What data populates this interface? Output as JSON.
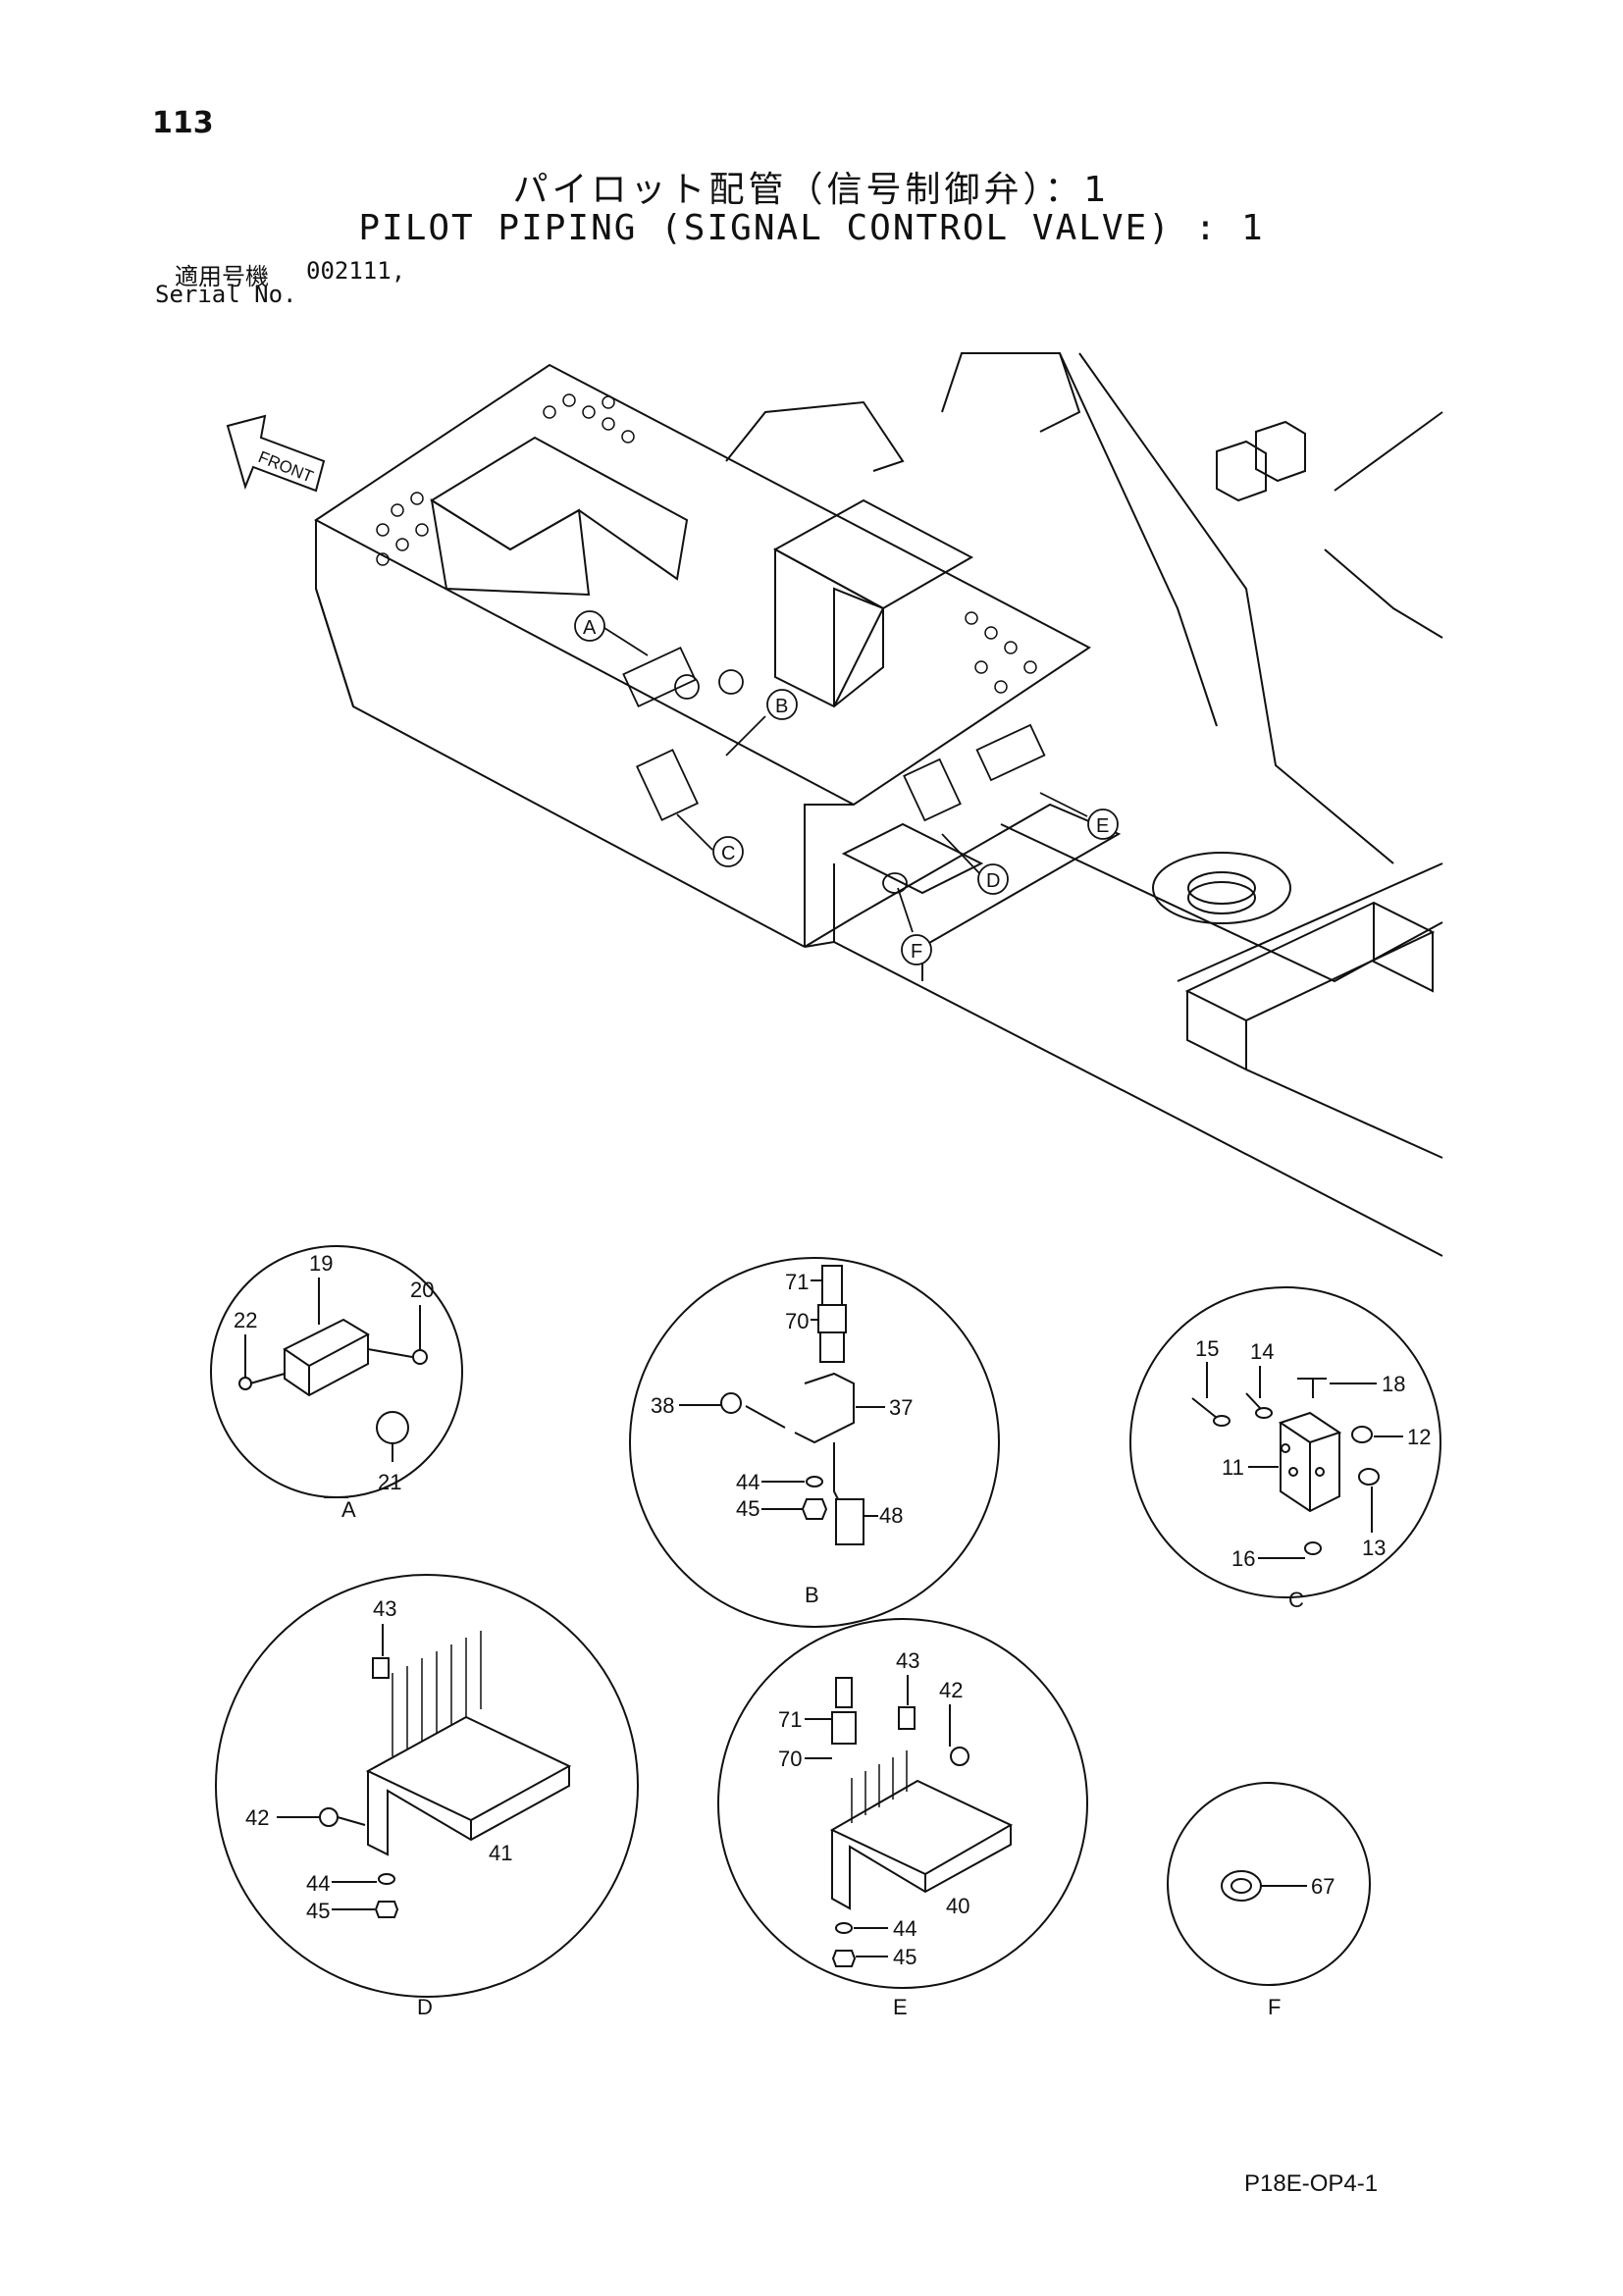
{
  "page": {
    "number": "113",
    "code": "P18E-OP4-1"
  },
  "title": {
    "jp": "パイロット配管（信号制御弁）：1",
    "en": "PILOT PIPING (SIGNAL CONTROL VALVE) : 1"
  },
  "serial": {
    "jp_label": "適用号機",
    "value": "002111,",
    "en_label": "Serial No."
  },
  "front_label": "FRONT",
  "callouts": [
    "A",
    "B",
    "C",
    "D",
    "E",
    "F"
  ],
  "details": {
    "A": {
      "label": "A",
      "parts": [
        "19",
        "20",
        "22",
        "21"
      ]
    },
    "B": {
      "label": "B",
      "parts": [
        "71",
        "70",
        "38",
        "37",
        "44",
        "45",
        "48"
      ]
    },
    "C": {
      "label": "C",
      "parts": [
        "15",
        "14",
        "18",
        "12",
        "11",
        "16",
        "13"
      ]
    },
    "D": {
      "label": "D",
      "parts": [
        "43",
        "42",
        "41",
        "44",
        "45"
      ]
    },
    "E": {
      "label": "E",
      "parts": [
        "43",
        "71",
        "42",
        "70",
        "40",
        "44",
        "45"
      ]
    },
    "F": {
      "label": "F",
      "parts": [
        "67"
      ]
    }
  },
  "colors": {
    "line": "#111111",
    "background": "#ffffff"
  },
  "icons": [
    "front-arrow-icon"
  ]
}
